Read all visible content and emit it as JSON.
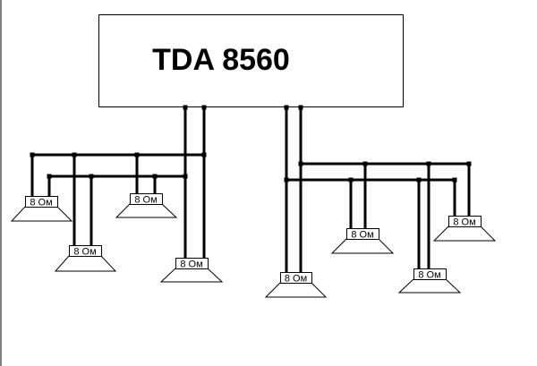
{
  "chip": {
    "title": "TDA 8560"
  },
  "speakers": [
    {
      "label": "8 Ом"
    },
    {
      "label": "8 Ом"
    },
    {
      "label": "8 Ом"
    },
    {
      "label": "8 Ом"
    },
    {
      "label": "8 Ом"
    },
    {
      "label": "8 Ом"
    },
    {
      "label": "8 Ом"
    },
    {
      "label": "8 Ом"
    }
  ]
}
